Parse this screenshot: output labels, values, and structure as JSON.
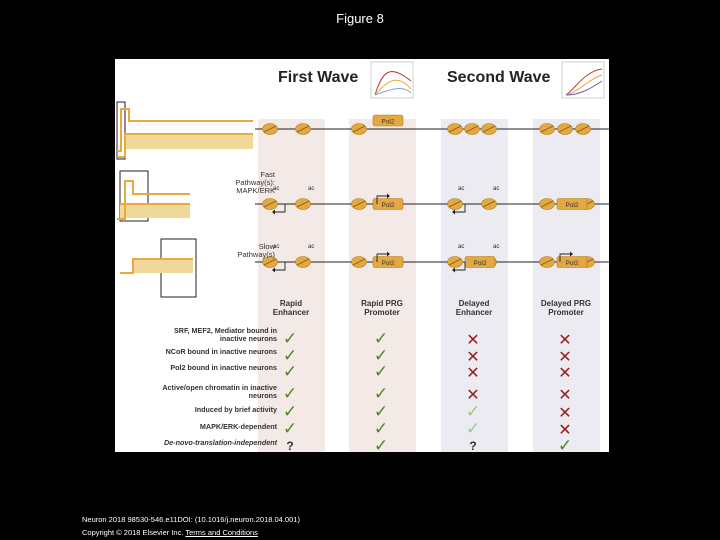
{
  "slide_title": "Figure 8",
  "waves": {
    "first": "First Wave",
    "second": "Second Wave"
  },
  "pol2": "Pol2",
  "ac": "ac",
  "pathways": {
    "fast": [
      "Fast",
      "Pathway(s):",
      "MAPK/ERK"
    ],
    "slow": [
      "Slow",
      "Pathway(s)"
    ]
  },
  "columns": [
    [
      "Rapid",
      "Enhancer"
    ],
    [
      "Rapid PRG",
      "Promoter"
    ],
    [
      "Delayed",
      "Enhancer"
    ],
    [
      "Delayed PRG",
      "Promoter"
    ]
  ],
  "rows": [
    [
      "SRF, MEF2, Mediator bound in",
      "inactive neurons"
    ],
    [
      "NCoR bound in inactive neurons"
    ],
    [
      "Pol2 bound in inactive neurons"
    ],
    [
      "Active/open chromatin in inactive",
      "neurons"
    ],
    [
      "Induced by brief activity"
    ],
    [
      "MAPK/ERK-dependent"
    ],
    [
      "De-novo-translation-independent"
    ]
  ],
  "grid": [
    [
      "check",
      "check",
      "cross",
      "cross"
    ],
    [
      "check",
      "check",
      "cross",
      "cross"
    ],
    [
      "check",
      "check",
      "cross",
      "cross"
    ],
    [
      "check",
      "check",
      "cross",
      "cross"
    ],
    [
      "check",
      "check",
      "check-light",
      "cross"
    ],
    [
      "check",
      "check",
      "check-light",
      "cross"
    ],
    [
      "question",
      "check",
      "question",
      "check"
    ]
  ],
  "mark_glyphs": {
    "check": "✓",
    "check-light": "✓",
    "cross": "✕",
    "question": "?"
  },
  "colors": {
    "nucleosome": "#e3a840",
    "rapid_band": "#f3e9e7",
    "delayed_band": "#ecebf2",
    "stimulus_fill": "#f0d79a",
    "check": "#4a8a1f",
    "cross": "#9b1a1a"
  },
  "footer": {
    "citation": "Neuron 2018 98530-546.e11DOI: (10.1016/j.neuron.2018.04.001)",
    "copyright": "Copyright © 2018 Elsevier Inc.",
    "terms": "Terms and Conditions"
  }
}
